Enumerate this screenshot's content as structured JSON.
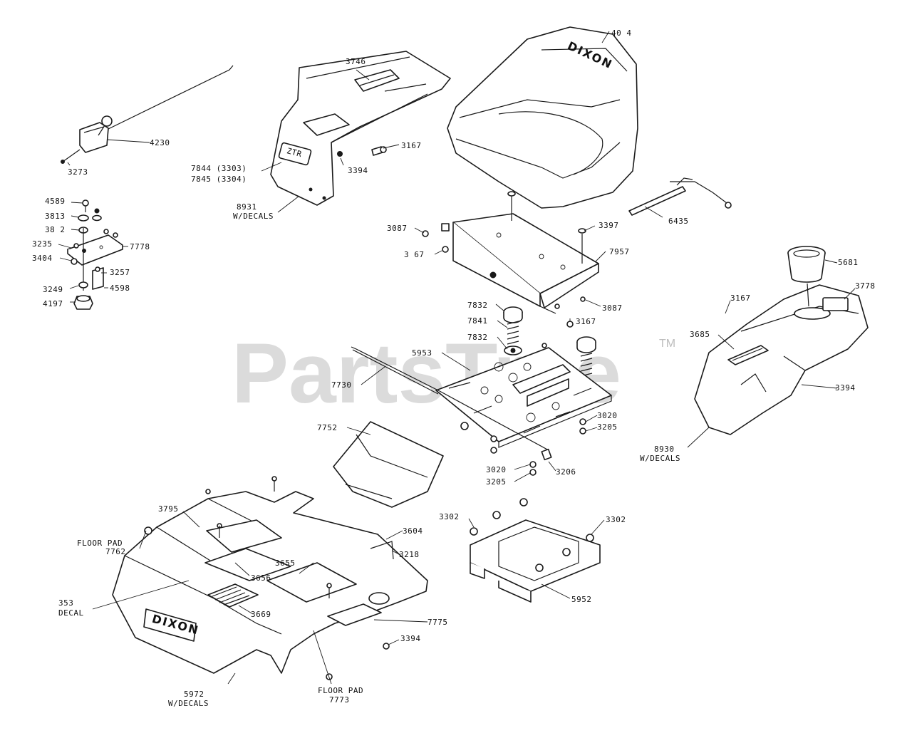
{
  "watermark": {
    "text": "PartsTree",
    "trademark": "TM"
  },
  "brand_text": "DIXON",
  "ztr_text": "ZTR",
  "labels": {
    "p3746": "3746",
    "p4014": "40 4",
    "p4230": "4230",
    "p3273": "3273",
    "p3167a": "3167",
    "p3394a": "3394",
    "p7844": "7844 (3303)",
    "p7845": "7845 (3304)",
    "p8931": "8931",
    "p8931b": "W/DECALS",
    "p4589": "4589",
    "p3813": "3813",
    "p3812": "38 2",
    "p3235": "3235",
    "p3404": "3404",
    "p7778": "7778",
    "p3257": "3257",
    "p3249": "3249",
    "p4598": "4598",
    "p4197": "4197",
    "p3087a": "3087",
    "p3167b": "3 67",
    "p3397": "3397",
    "p7957": "7957",
    "p6435": "6435",
    "p3087b": "3087",
    "p3167c": "3167",
    "p7832a": "7832",
    "p7841": "7841",
    "p7832b": "7832",
    "p5953": "5953",
    "p7730": "7730",
    "p3020a": "3020",
    "p3205a": "3205",
    "p7752": "7752",
    "p3206": "3206",
    "p3020b": "3020",
    "p3205b": "3205",
    "p5681": "5681",
    "p3778": "3778",
    "p3167d": "3167",
    "p3685": "3685",
    "p3394b": "3394",
    "p8930": "8930",
    "p8930b": "W/DECALS",
    "p3302a": "3302",
    "p3302b": "3302",
    "p5952": "5952",
    "p3795": "3795",
    "p3604": "3604",
    "p7762a": "FLOOR PAD",
    "p7762b": "7762",
    "p3218": "3218",
    "p3655": "3655",
    "p3656": "3656",
    "p353a": "353",
    "p353b": "DECAL",
    "p3669": "3669",
    "p7775": "7775",
    "p3394c": "3394",
    "p7773a": "FLOOR PAD",
    "p7773b": "7773",
    "p5972a": "5972",
    "p5972b": "W/DECALS"
  }
}
